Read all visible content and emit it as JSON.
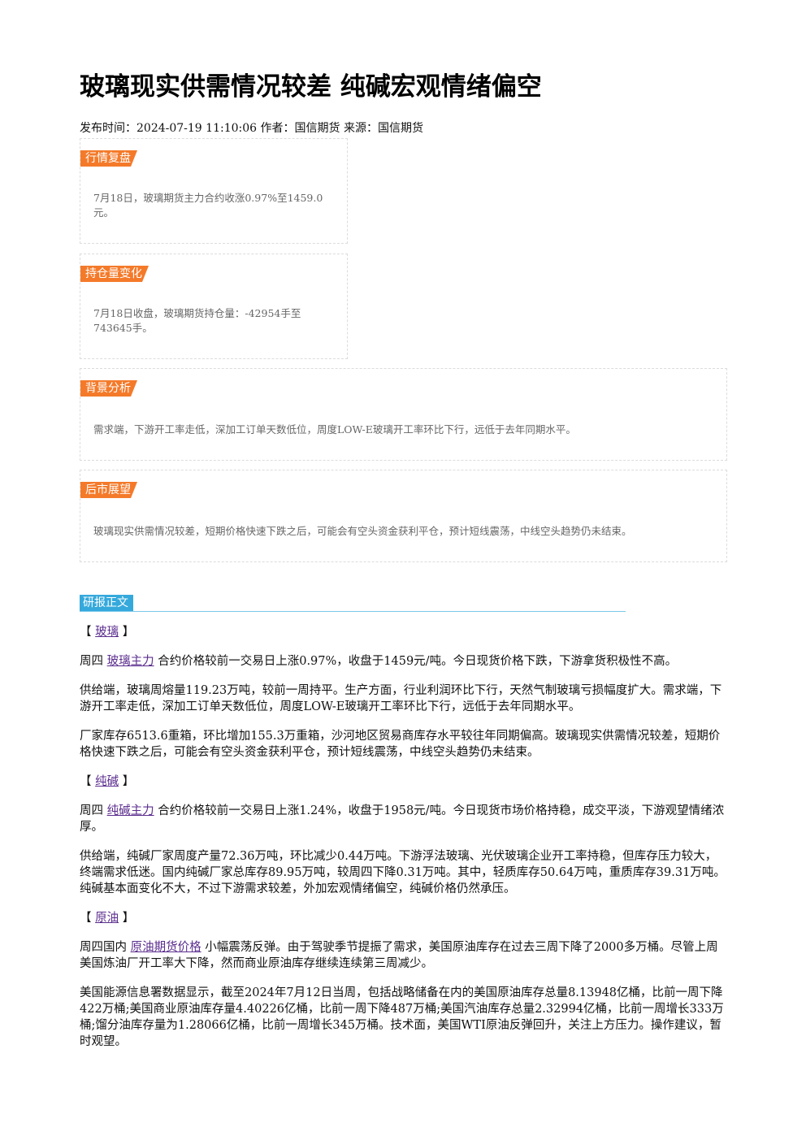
{
  "article": {
    "title": "玻璃现实供需情况较差 纯碱宏观情绪偏空",
    "meta": "发布时间：2024-07-19 11:10:06 作者：国信期货 来源：国信期货"
  },
  "cards": {
    "market": {
      "tag": "行情复盘",
      "text": "7月18日，玻璃期货主力合约收涨0.97%至1459.0元。"
    },
    "position": {
      "tag": "持仓量变化",
      "text": "7月18日收盘，玻璃期货持仓量：-42954手至743645手。"
    },
    "background": {
      "tag": "背景分析",
      "text": "需求端，下游开工率走低，深加工订单天数低位，周度LOW-E玻璃开工率环比下行，远低于去年同期水平。"
    },
    "outlook": {
      "tag": "后市展望",
      "text": "玻璃现实供需情况较差，短期价格快速下跌之后，可能会有空头资金获利平仓，预计短线震荡，中线空头趋势仍未结束。"
    }
  },
  "report": {
    "section_label": "研报正文",
    "glass": {
      "bracket_open": "【 ",
      "name": "玻璃",
      "bracket_close": " 】",
      "p1_prefix": "周四 ",
      "p1_link": "玻璃主力",
      "p1_rest": " 合约价格较前一交易日上涨0.97%，收盘于1459元/吨。今日现货价格下跌，下游拿货积极性不高。",
      "p2": "供给端，玻璃周熔量119.23万吨，较前一周持平。生产方面，行业利润环比下行，天然气制玻璃亏损幅度扩大。需求端，下游开工率走低，深加工订单天数低位，周度LOW-E玻璃开工率环比下行，远低于去年同期水平。",
      "p3": "厂家库存6513.6重箱，环比增加155.3万重箱，沙河地区贸易商库存水平较往年同期偏高。玻璃现实供需情况较差，短期价格快速下跌之后，可能会有空头资金获利平仓，预计短线震荡，中线空头趋势仍未结束。"
    },
    "soda": {
      "bracket_open": "【 ",
      "name": "纯碱",
      "bracket_close": " 】",
      "p1_prefix": "周四 ",
      "p1_link": "纯碱主力",
      "p1_rest": " 合约价格较前一交易日上涨1.24%，收盘于1958元/吨。今日现货市场价格持稳，成交平淡，下游观望情绪浓厚。",
      "p2": "供给端，纯碱厂家周度产量72.36万吨，环比减少0.44万吨。下游浮法玻璃、光伏玻璃企业开工率持稳，但库存压力较大，终端需求低迷。国内纯碱厂家总库存89.95万吨，较周四下降0.31万吨。其中，轻质库存50.64万吨，重质库存39.31万吨。纯碱基本面变化不大，不过下游需求较差，外加宏观情绪偏空，纯碱价格仍然承压。"
    },
    "oil": {
      "bracket_open": "【 ",
      "name": "原油",
      "bracket_close": " 】",
      "p1_prefix": "周四国内 ",
      "p1_link": "原油期货价格",
      "p1_rest": " 小幅震荡反弹。由于驾驶季节提振了需求，美国原油库存在过去三周下降了2000多万桶。尽管上周美国炼油厂开工率大下降，然而商业原油库存继续连续第三周减少。",
      "p2": "美国能源信息署数据显示，截至2024年7月12日当周，包括战略储备在内的美国原油库存总量8.13948亿桶，比前一周下降422万桶;美国商业原油库存量4.40226亿桶，比前一周下降487万桶;美国汽油库存总量2.32994亿桶，比前一周增长333万桶;馏分油库存量为1.28066亿桶，比前一周增长345万桶。技术面，美国WTI原油反弹回升，关注上方压力。操作建议，暂时观望。"
    }
  }
}
